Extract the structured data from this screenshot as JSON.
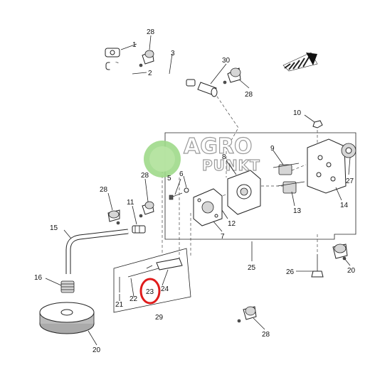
{
  "watermark": {
    "line1": "AGRO",
    "line2": "PUNKT",
    "color": "#9fd98a"
  },
  "highlight": {
    "label": "23",
    "color": "#e01b1b"
  },
  "callouts": [
    {
      "id": "c1",
      "text": "1"
    },
    {
      "id": "c2",
      "text": "2"
    },
    {
      "id": "c3",
      "text": "3"
    },
    {
      "id": "c28a",
      "text": "28"
    },
    {
      "id": "c30",
      "text": "30"
    },
    {
      "id": "c28b",
      "text": "28"
    },
    {
      "id": "c10",
      "text": "10"
    },
    {
      "id": "c8",
      "text": "8"
    },
    {
      "id": "c9",
      "text": "9"
    },
    {
      "id": "c27",
      "text": "27"
    },
    {
      "id": "c5",
      "text": "5"
    },
    {
      "id": "c6",
      "text": "6"
    },
    {
      "id": "c28c",
      "text": "28"
    },
    {
      "id": "c28d",
      "text": "28"
    },
    {
      "id": "c11",
      "text": "11"
    },
    {
      "id": "c12",
      "text": "12"
    },
    {
      "id": "c13",
      "text": "13"
    },
    {
      "id": "c14",
      "text": "14"
    },
    {
      "id": "c7",
      "text": "7"
    },
    {
      "id": "c15",
      "text": "15"
    },
    {
      "id": "c25",
      "text": "25"
    },
    {
      "id": "c16",
      "text": "16"
    },
    {
      "id": "c26",
      "text": "26"
    },
    {
      "id": "c20a",
      "text": "20"
    },
    {
      "id": "c21",
      "text": "21"
    },
    {
      "id": "c22",
      "text": "22"
    },
    {
      "id": "c23",
      "text": "23"
    },
    {
      "id": "c24",
      "text": "24"
    },
    {
      "id": "c29",
      "text": "29"
    },
    {
      "id": "c28e",
      "text": "28"
    },
    {
      "id": "c20b",
      "text": "20"
    }
  ]
}
